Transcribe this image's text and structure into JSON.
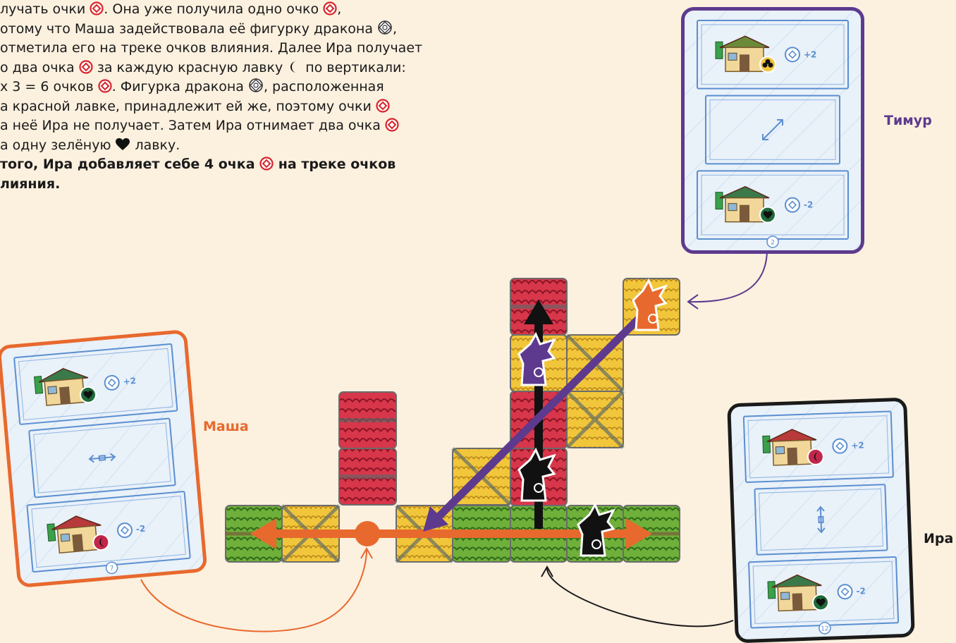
{
  "text": {
    "lines": [
      {
        "pre": "лучать очки ",
        "icon": "influence",
        "mid": ". Она уже получила одно очко ",
        "icon2": "influence",
        "post": ","
      },
      {
        "pre": "отому что Маша задействовала её фигурку дракона ",
        "icon": "dragon-outline",
        "post": ","
      },
      {
        "pre": "отметила его на треке очков влияния. Далее Ира получает"
      },
      {
        "pre": "о два очка ",
        "icon": "influence",
        "mid": " за каждую красную лавку ",
        "icon2": "moon",
        "post": " по вертикали:"
      },
      {
        "pre": "х 3 = 6 очков ",
        "icon": "influence",
        "mid": ". Фигурка дракона ",
        "icon2": "dragon-outline",
        "post": ", расположенная"
      },
      {
        "pre": "а красной лавке, принадлежит ей же, поэтому очки ",
        "icon": "influence"
      },
      {
        "pre": "а неё Ира не получает. Затем Ира отнимает два очка ",
        "icon": "influence"
      },
      {
        "pre": "а одну зелёную ",
        "icon": "heart",
        "post": " лавку."
      },
      {
        "pre": "того, Ира добавляет себе 4 очка ",
        "icon": "influence",
        "post": " на треке очков",
        "bold": true
      },
      {
        "pre": "лияния.",
        "bold": true
      }
    ]
  },
  "players": {
    "timur": {
      "name": "Тимур",
      "color": "#5d3a8e"
    },
    "masha": {
      "name": "Маша",
      "color": "#e8692d"
    },
    "ira": {
      "name": "Ира",
      "color": "#1a1a1a"
    }
  },
  "cards": {
    "timur": {
      "top_value": "+2",
      "bottom_value": "-2",
      "number": "2",
      "top_icon": "clover",
      "bottom_icon": "heart",
      "middle_arrow": "diagonal-arrow"
    },
    "masha": {
      "top_value": "+2",
      "bottom_value": "-2",
      "number": "7",
      "top_icon": "heart",
      "bottom_icon": "moon",
      "middle_arrow": "horizontal-arrow"
    },
    "ira": {
      "top_value": "+2",
      "bottom_value": "-2",
      "number": "12",
      "top_icon": "moon",
      "bottom_icon": "heart",
      "middle_arrow": "vertical-arrow"
    }
  },
  "colors": {
    "background": "#fcf0df",
    "influence": "#d8232a",
    "card_bg": "#e9f1f9",
    "card_line": "#5b8fd0",
    "tile_red": "#d8364a",
    "tile_yellow": "#f2c63a",
    "tile_green": "#6fb03a"
  }
}
